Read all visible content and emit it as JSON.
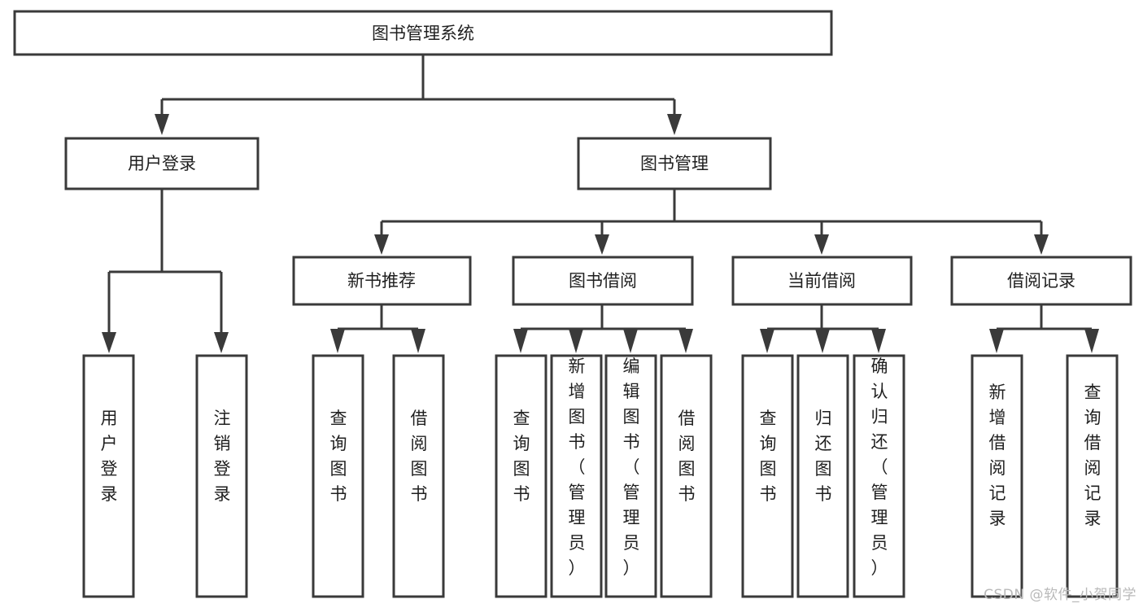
{
  "diagram": {
    "title": "图书管理系统",
    "type": "tree-hierarchy-chart",
    "watermark": "CSDN @软件_小贺同学",
    "accent_colors": {
      "box_stroke": "#3a3a3a",
      "box_fill": "#ffffff",
      "text": "#1f1f1f",
      "connector": "#3a3a3a",
      "watermark": "#b9b9b9",
      "background": "#ffffff"
    },
    "levels": {
      "root": "图书管理系统",
      "level2": [
        "用户登录",
        "图书管理"
      ],
      "level3": [
        "新书推荐",
        "图书借阅",
        "当前借阅",
        "借阅记录"
      ]
    },
    "nodes": {
      "root": {
        "label": "图书管理系统"
      },
      "user_login": {
        "label": "用户登录"
      },
      "book_manage": {
        "label": "图书管理"
      },
      "new_book_rec": {
        "label": "新书推荐"
      },
      "book_borrow": {
        "label": "图书借阅"
      },
      "current_borrow": {
        "label": "当前借阅"
      },
      "borrow_record": {
        "label": "借阅记录"
      },
      "leaf_user_login": {
        "label": "用户登录"
      },
      "leaf_logout": {
        "label": "注销登录"
      },
      "leaf_query_book_1": {
        "label": "查询图书"
      },
      "leaf_borrow_book_1": {
        "label": "借阅图书"
      },
      "leaf_query_book_2": {
        "label": "查询图书"
      },
      "leaf_add_book": {
        "label": "新增图书（管理员）"
      },
      "leaf_edit_book": {
        "label": "编辑图书（管理员）"
      },
      "leaf_borrow_book_2": {
        "label": "借阅图书"
      },
      "leaf_query_book_3": {
        "label": "查询图书"
      },
      "leaf_return_book": {
        "label": "归还图书"
      },
      "leaf_confirm_return": {
        "label": "确认归还（管理员）"
      },
      "leaf_add_record": {
        "label": "新增借阅记录"
      },
      "leaf_query_record": {
        "label": "查询借阅记录"
      }
    },
    "tree": [
      {
        "id": "root",
        "label": "图书管理系统",
        "children": [
          {
            "id": "user_login",
            "label": "用户登录",
            "children": [
              {
                "id": "leaf_user_login",
                "label": "用户登录"
              },
              {
                "id": "leaf_logout",
                "label": "注销登录"
              }
            ]
          },
          {
            "id": "book_manage",
            "label": "图书管理",
            "children": [
              {
                "id": "new_book_rec",
                "label": "新书推荐",
                "children": [
                  {
                    "id": "leaf_query_book_1",
                    "label": "查询图书"
                  },
                  {
                    "id": "leaf_borrow_book_1",
                    "label": "借阅图书"
                  }
                ]
              },
              {
                "id": "book_borrow",
                "label": "图书借阅",
                "children": [
                  {
                    "id": "leaf_query_book_2",
                    "label": "查询图书"
                  },
                  {
                    "id": "leaf_add_book",
                    "label": "新增图书（管理员）"
                  },
                  {
                    "id": "leaf_edit_book",
                    "label": "编辑图书（管理员）"
                  },
                  {
                    "id": "leaf_borrow_book_2",
                    "label": "借阅图书"
                  }
                ]
              },
              {
                "id": "current_borrow",
                "label": "当前借阅",
                "children": [
                  {
                    "id": "leaf_query_book_3",
                    "label": "查询图书"
                  },
                  {
                    "id": "leaf_return_book",
                    "label": "归还图书"
                  },
                  {
                    "id": "leaf_confirm_return",
                    "label": "确认归还（管理员）"
                  }
                ]
              },
              {
                "id": "borrow_record",
                "label": "借阅记录",
                "children": [
                  {
                    "id": "leaf_add_record",
                    "label": "新增借阅记录"
                  },
                  {
                    "id": "leaf_query_record",
                    "label": "查询借阅记录"
                  }
                ]
              }
            ]
          }
        ]
      }
    ]
  }
}
